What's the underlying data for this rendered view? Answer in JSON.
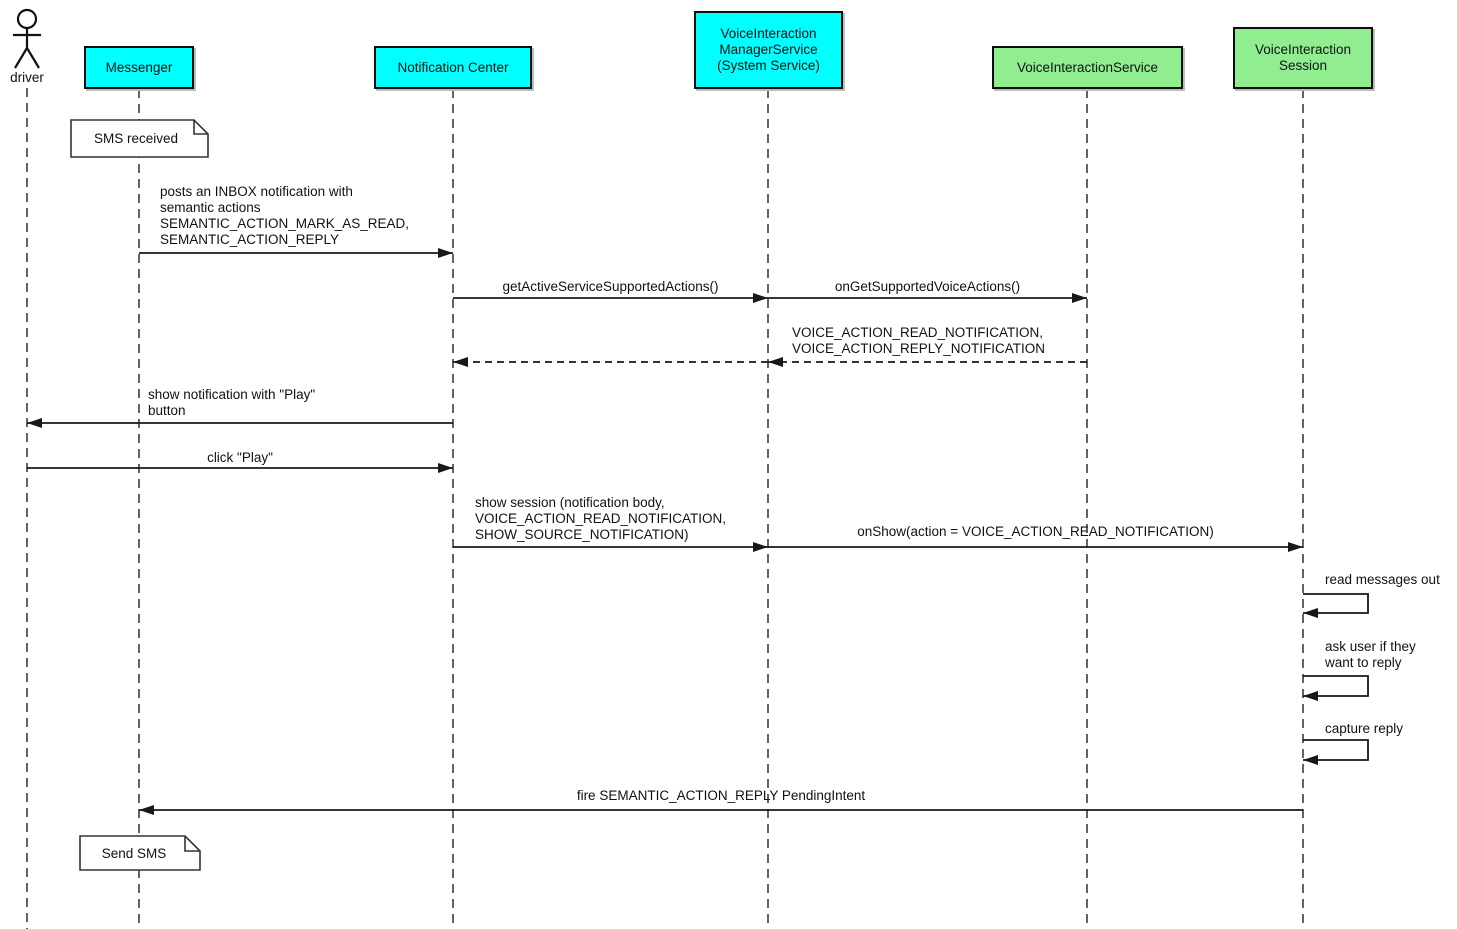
{
  "diagram": {
    "type": "sequence",
    "participants": [
      {
        "id": "driver",
        "kind": "actor",
        "label": "driver"
      },
      {
        "id": "messenger",
        "kind": "box",
        "label": "Messenger",
        "fill": "#00FFFF"
      },
      {
        "id": "notification-center",
        "kind": "box",
        "label": "Notification Center",
        "fill": "#00FFFF"
      },
      {
        "id": "voice-interaction-manager-service",
        "kind": "box",
        "label": "VoiceInteraction\nManagerService\n(System Service)",
        "fill": "#00FFFF"
      },
      {
        "id": "voice-interaction-service",
        "kind": "box",
        "label": "VoiceInteractionService",
        "fill": "#90EE90"
      },
      {
        "id": "voice-interaction-session",
        "kind": "box",
        "label": "VoiceInteraction\nSession",
        "fill": "#90EE90"
      }
    ],
    "notes": [
      {
        "at": "messenger",
        "text": "SMS received"
      },
      {
        "at": "messenger",
        "text": "Send SMS"
      }
    ],
    "messages": [
      {
        "from": "messenger",
        "to": "notification-center",
        "style": "solid",
        "label": "posts an INBOX notification with\nsemantic actions\nSEMANTIC_ACTION_MARK_AS_READ,\nSEMANTIC_ACTION_REPLY"
      },
      {
        "from": "notification-center",
        "to": "voice-interaction-manager-service",
        "style": "solid",
        "label": "getActiveServiceSupportedActions()"
      },
      {
        "from": "voice-interaction-manager-service",
        "to": "voice-interaction-service",
        "style": "solid",
        "label": "onGetSupportedVoiceActions()"
      },
      {
        "from": "voice-interaction-service",
        "to": "voice-interaction-manager-service",
        "style": "dashed",
        "label": "VOICE_ACTION_READ_NOTIFICATION,\nVOICE_ACTION_REPLY_NOTIFICATION"
      },
      {
        "from": "voice-interaction-manager-service",
        "to": "notification-center",
        "style": "dashed",
        "label": ""
      },
      {
        "from": "notification-center",
        "to": "driver",
        "style": "solid",
        "label": "show notification with \"Play\"\nbutton"
      },
      {
        "from": "driver",
        "to": "notification-center",
        "style": "solid",
        "label": "click \"Play\""
      },
      {
        "from": "notification-center",
        "to": "voice-interaction-manager-service",
        "style": "solid",
        "label": "show session (notification body,\nVOICE_ACTION_READ_NOTIFICATION,\nSHOW_SOURCE_NOTIFICATION)"
      },
      {
        "from": "voice-interaction-manager-service",
        "to": "voice-interaction-session",
        "style": "solid",
        "label": "onShow(action = VOICE_ACTION_READ_NOTIFICATION)"
      },
      {
        "from": "voice-interaction-session",
        "to": "voice-interaction-session",
        "style": "self",
        "label": "read messages out"
      },
      {
        "from": "voice-interaction-session",
        "to": "voice-interaction-session",
        "style": "self",
        "label": "ask user if they\nwant to reply"
      },
      {
        "from": "voice-interaction-session",
        "to": "voice-interaction-session",
        "style": "self",
        "label": "capture reply"
      },
      {
        "from": "voice-interaction-session",
        "to": "messenger",
        "style": "solid",
        "label": "fire SEMANTIC_ACTION_REPLY PendingIntent"
      }
    ],
    "colors": {
      "participant_cyan": "#00FFFF",
      "participant_green": "#90EE90",
      "line": "#181818",
      "background": "#FFFFFF"
    }
  }
}
